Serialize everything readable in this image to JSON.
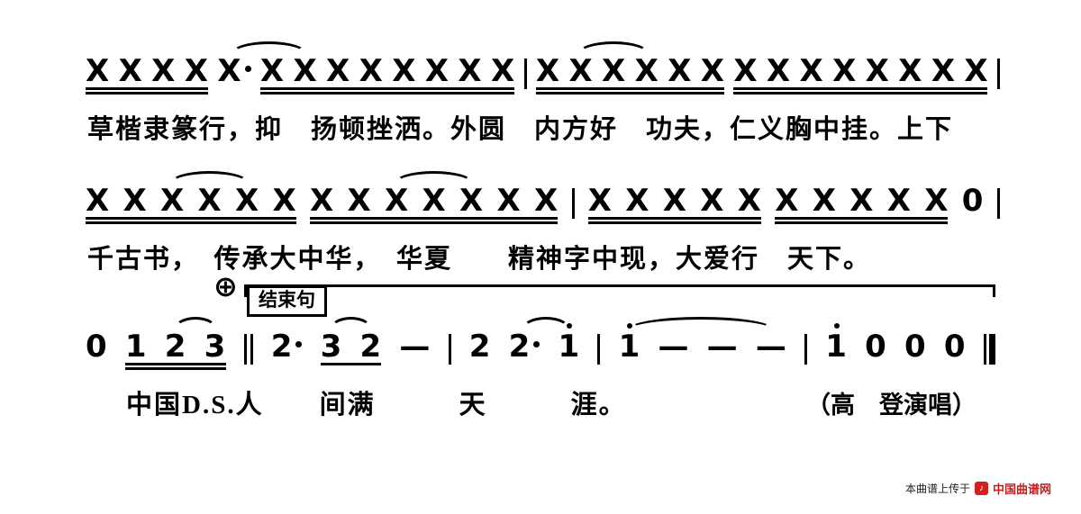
{
  "page": {
    "background": "#ffffff",
    "ink": "#000000"
  },
  "coda_row": {
    "coda_symbol": "⊕",
    "ending_label": "结束句"
  },
  "footer": {
    "upload_text": "本曲谱上传于",
    "site_name": "中国曲谱网",
    "site_color": "#c41e1e",
    "logo_glyph": "♪"
  },
  "systems": [
    {
      "lyrics": "草楷隶篆行，抑　扬顿挫洒。外圆　内方好　功夫，仁义胸中挂。上下",
      "tokens": [
        {
          "glyph": "X"
        },
        {
          "glyph": "X"
        },
        {
          "glyph": "X"
        },
        {
          "glyph": "X"
        },
        {
          "glyph": "X",
          "dot": true
        },
        {
          "glyph": "X"
        },
        {
          "glyph": "X"
        },
        {
          "glyph": "X"
        },
        {
          "glyph": "X"
        },
        {
          "glyph": "X"
        },
        {
          "glyph": "X"
        },
        {
          "glyph": "X"
        },
        {
          "glyph": "X"
        },
        {
          "bar": "single"
        },
        {
          "glyph": "X"
        },
        {
          "glyph": "X"
        },
        {
          "glyph": "X"
        },
        {
          "glyph": "X"
        },
        {
          "glyph": "X"
        },
        {
          "glyph": "X"
        },
        {
          "glyph": "X"
        },
        {
          "glyph": "X"
        },
        {
          "glyph": "X"
        },
        {
          "glyph": "X"
        },
        {
          "glyph": "X"
        },
        {
          "glyph": "X"
        },
        {
          "glyph": "X"
        },
        {
          "glyph": "X"
        },
        {
          "bar": "single"
        }
      ],
      "beams": [
        [
          0,
          3,
          2
        ],
        [
          5,
          12,
          2
        ],
        [
          14,
          19,
          2
        ],
        [
          20,
          27,
          2
        ]
      ],
      "slurs": [
        [
          4,
          6
        ],
        [
          15,
          17
        ]
      ]
    },
    {
      "lyrics": "千古书，　传承大中华，　华夏　　精神字中现，大爱行　天下。",
      "tokens": [
        {
          "glyph": "X"
        },
        {
          "glyph": "X"
        },
        {
          "glyph": "X"
        },
        {
          "glyph": "X"
        },
        {
          "glyph": "X"
        },
        {
          "glyph": "X"
        },
        {
          "glyph": "X"
        },
        {
          "glyph": "X"
        },
        {
          "glyph": "X"
        },
        {
          "glyph": "X"
        },
        {
          "glyph": "X"
        },
        {
          "glyph": "X"
        },
        {
          "glyph": "X"
        },
        {
          "bar": "single"
        },
        {
          "glyph": "X"
        },
        {
          "glyph": "X"
        },
        {
          "glyph": "X"
        },
        {
          "glyph": "X"
        },
        {
          "glyph": "X"
        },
        {
          "glyph": "X"
        },
        {
          "glyph": "X"
        },
        {
          "glyph": "X"
        },
        {
          "glyph": "X"
        },
        {
          "glyph": "X"
        },
        {
          "glyph": "0"
        },
        {
          "bar": "single"
        }
      ],
      "beams": [
        [
          0,
          5,
          2
        ],
        [
          6,
          12,
          2
        ],
        [
          14,
          18,
          2
        ],
        [
          19,
          23,
          2
        ]
      ],
      "slurs": [
        [
          2,
          4
        ],
        [
          8,
          10
        ]
      ]
    },
    {
      "lyrics": "中国D.S.人　　间满　　　天　　　涯。",
      "performer": "（高　登演唱）",
      "tokens": [
        {
          "glyph": "0"
        },
        {
          "glyph": "1"
        },
        {
          "glyph": "2"
        },
        {
          "glyph": "3"
        },
        {
          "bar": "double"
        },
        {
          "glyph": "2",
          "dot": true
        },
        {
          "glyph": "3"
        },
        {
          "glyph": "2"
        },
        {
          "glyph": "-"
        },
        {
          "bar": "single"
        },
        {
          "glyph": "2"
        },
        {
          "glyph": "2",
          "dot": true
        },
        {
          "glyph": "1",
          "octave_dot": true
        },
        {
          "bar": "single"
        },
        {
          "glyph": "1",
          "octave_dot": true
        },
        {
          "glyph": "-"
        },
        {
          "glyph": "-"
        },
        {
          "glyph": "-"
        },
        {
          "bar": "single"
        },
        {
          "glyph": "1",
          "octave_dot": true
        },
        {
          "glyph": "0"
        },
        {
          "glyph": "0"
        },
        {
          "glyph": "0"
        },
        {
          "bar": "final"
        }
      ],
      "beams": [
        [
          1,
          3,
          2
        ],
        [
          6,
          7,
          1
        ]
      ],
      "slurs": [
        [
          2,
          3
        ],
        [
          6,
          7
        ],
        [
          11,
          12
        ],
        [
          14,
          17
        ]
      ]
    }
  ]
}
